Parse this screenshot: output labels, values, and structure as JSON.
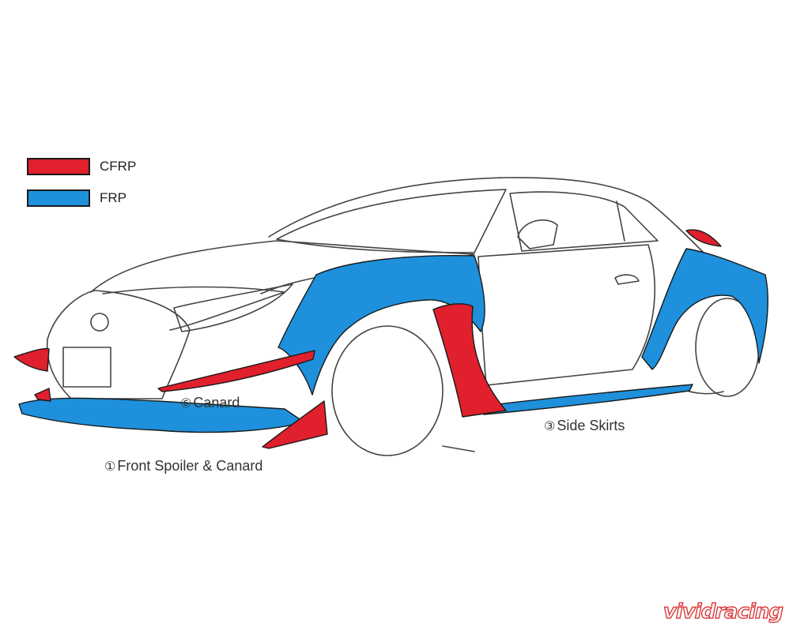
{
  "legend": {
    "cfrp": {
      "label": "CFRP",
      "color": "#e0202c"
    },
    "frp": {
      "label": "FRP",
      "color": "#1e90dc"
    }
  },
  "parts": {
    "front_spoiler": {
      "num": "①",
      "name": "Front Spoiler & Canard"
    },
    "canard": {
      "num": "⑥",
      "name": "Canard"
    },
    "side_skirts": {
      "num": "③",
      "name": "Side Skirts"
    }
  },
  "watermark": "vividracing",
  "colors": {
    "outline": "#333333",
    "car_body": "#ffffff"
  }
}
